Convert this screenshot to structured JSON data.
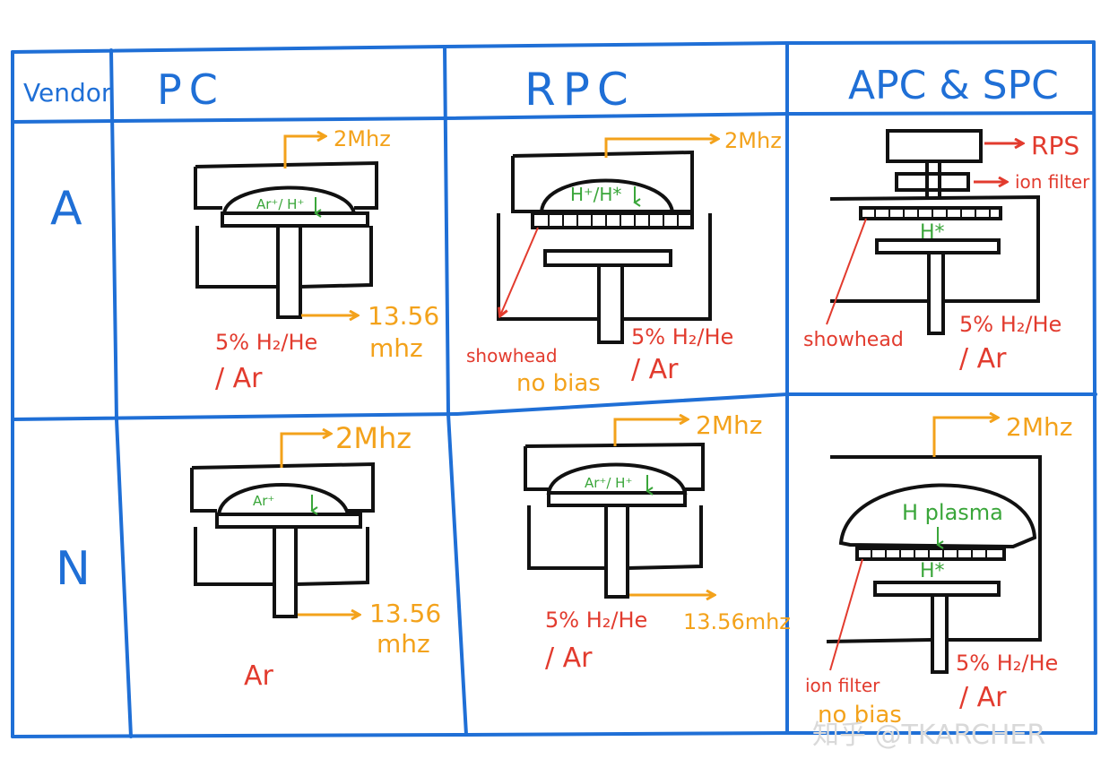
{
  "header": {
    "vendor_label": "Vendor",
    "col_pc": "PC",
    "col_rpc": "RPC",
    "col_apc_spc": "APC & SPC"
  },
  "rows": {
    "row_a": "A",
    "row_n": "N"
  },
  "cells": {
    "a_pc": {
      "rf_top": "2Mhz",
      "plasma_species": "Ar⁺/ H⁺",
      "rf_bottom_line1": "13.56",
      "rf_bottom_line2": "mhz",
      "gas_line1": "5% H₂/He",
      "gas_line2": "/ Ar"
    },
    "a_rpc": {
      "rf_top": "2Mhz",
      "plasma_species": "H⁺/H*",
      "showerhead": "showhead",
      "bias": "no bias",
      "gas_line1": "5% H₂/He",
      "gas_line2": "/ Ar"
    },
    "a_apc": {
      "rps": "RPS",
      "ion_filter": "ion filter",
      "radical": "H*",
      "showerhead": "showhead",
      "gas_line1": "5% H₂/He",
      "gas_line2": "/ Ar"
    },
    "n_pc": {
      "rf_top": "2Mhz",
      "plasma_species": "Ar⁺",
      "rf_bottom_line1": "13.56",
      "rf_bottom_line2": "mhz",
      "gas": "Ar"
    },
    "n_rpc": {
      "rf_top": "2Mhz",
      "plasma_species": "Ar⁺/ H⁺",
      "rf_bottom": "13.56mhz",
      "gas_line1": "5% H₂/He",
      "gas_line2": "/ Ar"
    },
    "n_apc": {
      "rf_top": "2Mhz",
      "plasma": "H plasma",
      "radical": "H*",
      "ion_filter": "ion filter",
      "bias": "no bias",
      "gas_line1": "5% H₂/He",
      "gas_line2": "/ Ar"
    }
  },
  "watermark": "知乎 @TKARCHER",
  "colors": {
    "grid_blue": "#1f6fd6",
    "orange": "#f3a21b",
    "red": "#e23b2e",
    "green": "#3aa63a",
    "black": "#111111"
  }
}
